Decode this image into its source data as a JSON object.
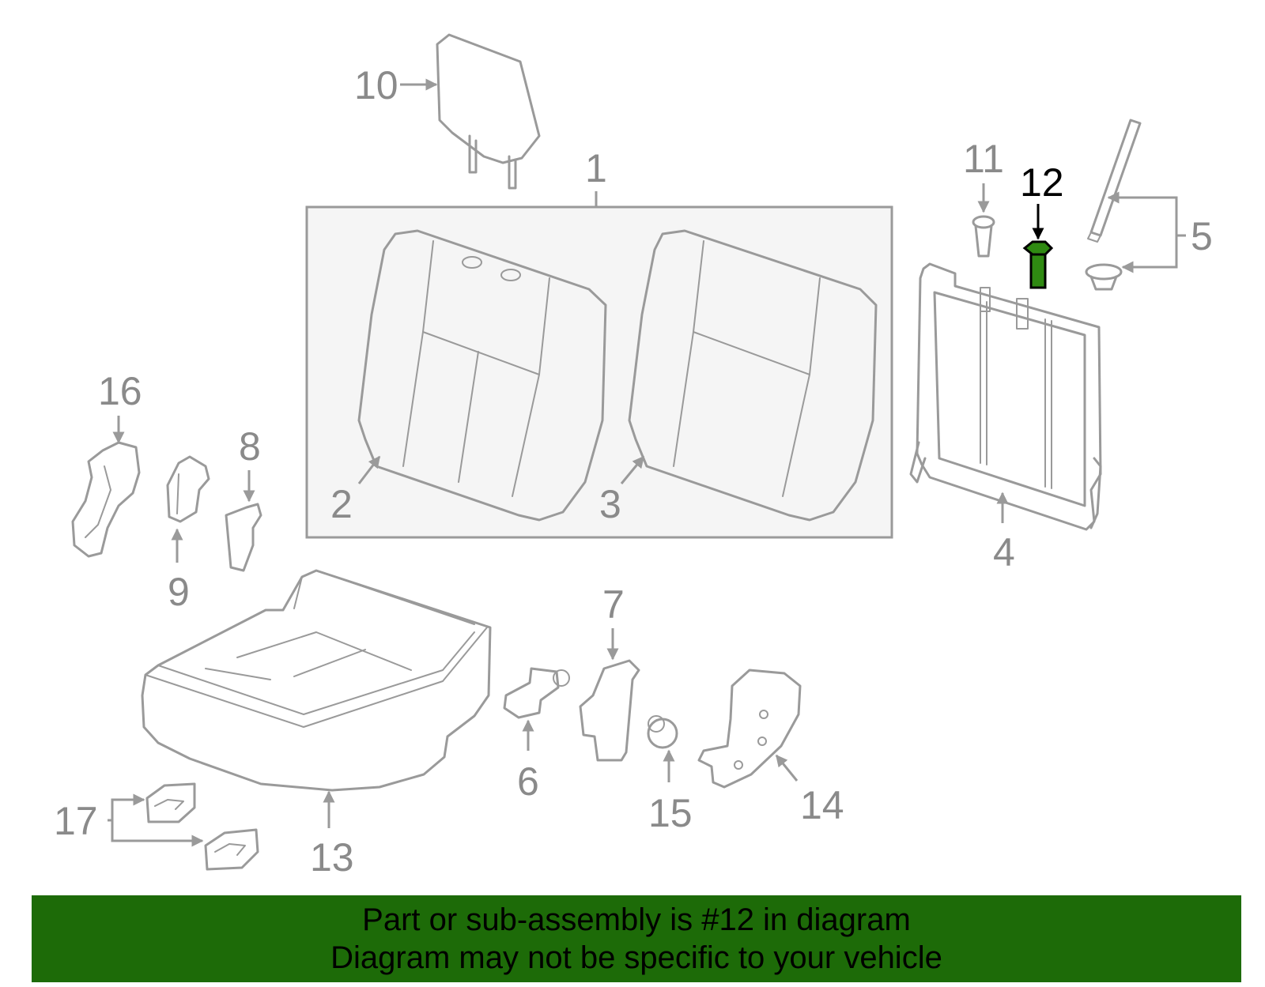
{
  "diagram": {
    "highlighted_part": "12",
    "highlight_color": "#1d6b08",
    "callouts": {
      "c1": "1",
      "c2": "2",
      "c3": "3",
      "c4": "4",
      "c5": "5",
      "c6": "6",
      "c7": "7",
      "c8": "8",
      "c9": "9",
      "c10": "10",
      "c11": "11",
      "c12": "12",
      "c13": "13",
      "c14": "14",
      "c15": "15",
      "c16": "16",
      "c17": "17"
    }
  },
  "banner": {
    "background": "#1d6b08",
    "line1": "Part or sub-assembly is #12 in diagram",
    "line2": "Diagram may not be specific to your vehicle"
  }
}
